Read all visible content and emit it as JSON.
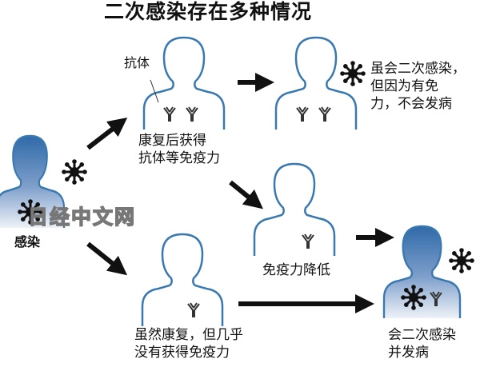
{
  "title": "二次感染存在多种情况",
  "labels": {
    "infected": "感染",
    "antibody": "抗体",
    "recovered": [
      "康复后获得",
      "抗体等免疫力"
    ],
    "immune": [
      "虽会二次感染，",
      "但因为有免",
      "力，不会发病"
    ],
    "lowered": "免疫力降低",
    "no_immunity": [
      "虽然康复，但几乎",
      "没有获得免疫力"
    ],
    "sick": [
      "会二次感染",
      "并发病"
    ]
  },
  "watermark": "日经中文网",
  "colors": {
    "outline": "#3a78b0",
    "fill_top": "#2f6aa8",
    "fill_bottom": "#e8eef6"
  }
}
